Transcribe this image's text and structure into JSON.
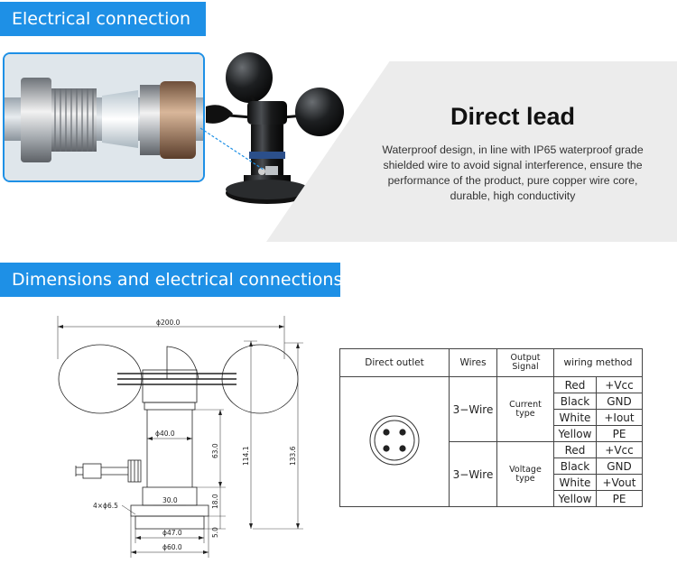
{
  "section1": {
    "title": "Electrical connection"
  },
  "direct_lead": {
    "title": "Direct lead",
    "desc_lines": [
      "Waterproof design, in line with IP65 waterproof grade",
      "shielded wire to avoid signal interference, ensure the",
      "performance of the product, pure copper wire core,",
      "durable, high conductivity"
    ]
  },
  "section2": {
    "title": "Dimensions and electrical connections"
  },
  "dimensions": {
    "d200": "ϕ200.0",
    "d40": "ϕ40.0",
    "d47": "ϕ47.0",
    "d60": "ϕ60.0",
    "w30": "30.0",
    "h63": "63.0",
    "h18": "18.0",
    "h5": "5.0",
    "h114": "114.1",
    "h133": "133.6",
    "holes": "4×ϕ6.5"
  },
  "table": {
    "headers": {
      "outlet": "Direct outlet",
      "wires": "Wires",
      "signal": [
        "Output",
        "Signal"
      ],
      "method": "wiring method"
    },
    "groups": [
      {
        "wires": "3−Wire",
        "type": [
          "Current",
          "type"
        ],
        "rows": [
          {
            "color": "Red",
            "signal": "+Vcc"
          },
          {
            "color": "Black",
            "signal": "GND"
          },
          {
            "color": "White",
            "signal": "+Iout"
          },
          {
            "color": "Yellow",
            "signal": "PE"
          }
        ]
      },
      {
        "wires": "3−Wire",
        "type": [
          "Voltage",
          "type"
        ],
        "rows": [
          {
            "color": "Red",
            "signal": "+Vcc"
          },
          {
            "color": "Black",
            "signal": "GND"
          },
          {
            "color": "White",
            "signal": "+Vout"
          },
          {
            "color": "Yellow",
            "signal": "PE"
          }
        ]
      }
    ]
  }
}
